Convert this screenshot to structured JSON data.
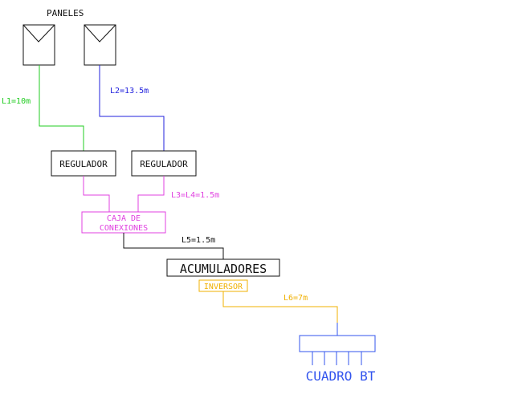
{
  "title": "PANELES",
  "cables": {
    "l1": "L1=10m",
    "l2": "L2=13.5m",
    "l3_l4": "L3=L4=1.5m",
    "l5": "L5=1.5m",
    "l6": "L6=7m"
  },
  "components": {
    "regulator_left": "REGULADOR",
    "regulator_right": "REGULADOR",
    "junction_box_line1": "CAJA DE",
    "junction_box_line2": "CONEXIONES",
    "batteries": "ACUMULADORES",
    "inverter": "INVERSOR",
    "switchboard": "CUADRO BT"
  },
  "colors": {
    "green": "#22cc22",
    "blue": "#2222dd",
    "magenta": "#e040e0",
    "black": "#111111",
    "yellow": "#f0b000",
    "switchboard_blue": "#3355ee"
  }
}
